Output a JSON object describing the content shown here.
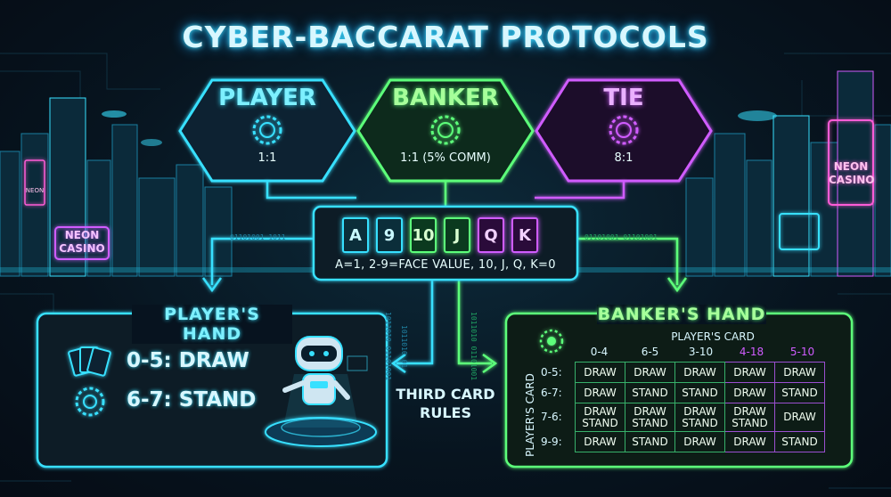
{
  "title": "CYBER-BACCARAT PROTOCOLS",
  "bets": [
    {
      "label": "PLAYER",
      "odds": "1:1",
      "color": "#37e0ff"
    },
    {
      "label": "BANKER",
      "odds": "1:1 (5% COMM)",
      "color": "#5dff7a"
    },
    {
      "label": "TIE",
      "odds": "8:1",
      "color": "#d05cff"
    }
  ],
  "cards": [
    {
      "rank": "A",
      "corner": "A",
      "style": "cyan"
    },
    {
      "rank": "9",
      "corner": "9",
      "style": "cyan"
    },
    {
      "rank": "10",
      "corner": "10",
      "style": "green"
    },
    {
      "rank": "J",
      "corner": "J",
      "style": "green"
    },
    {
      "rank": "Q",
      "corner": "Q",
      "style": "purple"
    },
    {
      "rank": "K",
      "corner": "K",
      "style": "purple"
    }
  ],
  "card_values": "A=1, 2-9=FACE VALUE, 10, J, Q, K=0",
  "player_hand": {
    "title": "PLAYER'S HAND",
    "rules": [
      "0-5: DRAW",
      "6-7: STAND"
    ],
    "icons": [
      "cards-icon",
      "chip-icon"
    ]
  },
  "third_card": "THIRD CARD RULES",
  "banker_hand": {
    "title": "BANKER'S HAND",
    "col_axis": "PLAYER'S CARD",
    "row_axis": "PLAYER'S CARD",
    "columns": [
      "0-4",
      "6-5",
      "3-10",
      "4-18",
      "5-10"
    ],
    "column_colors": [
      "#d8f7ff",
      "#d8f7ff",
      "#d8f7ff",
      "#d05cff",
      "#d05cff"
    ],
    "rows": [
      {
        "label": "0-5:",
        "cells": [
          "DRAW",
          "DRAW",
          "DRAW",
          "DRAW",
          "DRAW"
        ]
      },
      {
        "label": "6-7:",
        "cells": [
          "DRAW",
          "STAND",
          "STAND",
          "DRAW",
          "STAND"
        ]
      },
      {
        "label": "7-6:",
        "cells": [
          "DRAW STAND",
          "DRAW STAND",
          "DRAW STAND",
          "DRAW STAND",
          "DRAW"
        ]
      },
      {
        "label": "9-9:",
        "cells": [
          "DRAW",
          "STAND",
          "DRAW",
          "DRAW",
          "STAND"
        ]
      }
    ]
  },
  "signs": {
    "left_neon": "NEON CASINO",
    "right_neon": "NEON CASINO",
    "left_building": "NEON",
    "binary_1": "01101001 1011",
    "binary_2": "01101001 01101001",
    "binary_3": "1011010 01101001",
    "binary_4": "1011010 01101001",
    "binary_5": "1011010 01"
  }
}
